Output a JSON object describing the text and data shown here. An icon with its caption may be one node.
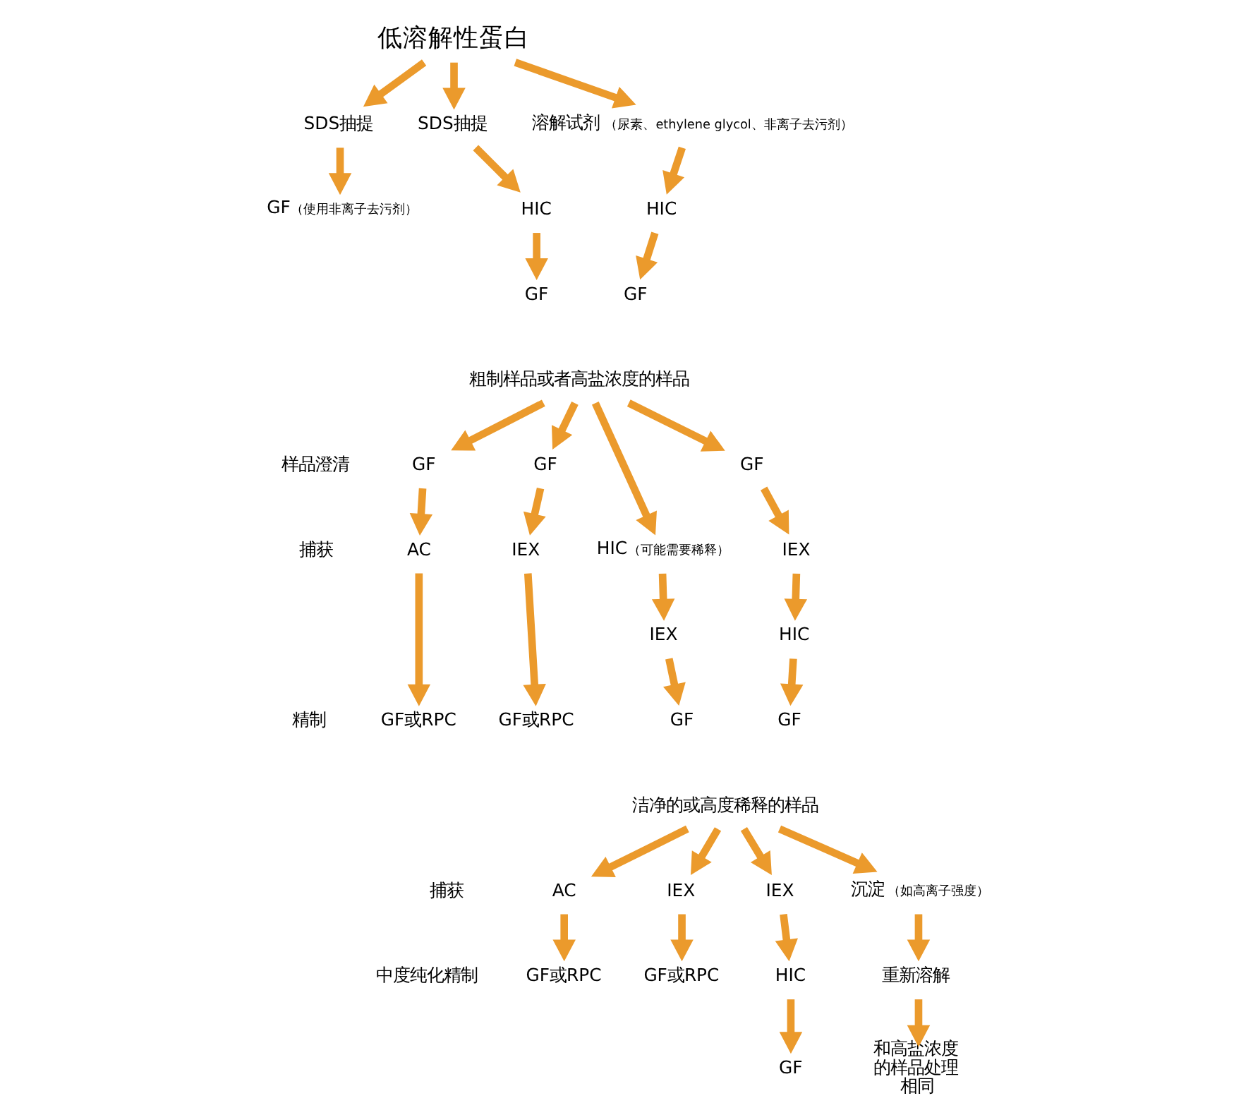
{
  "diagram": {
    "nodes": [
      {
        "text": [
          "低溶解性蛋白"
        ]
      },
      {
        "text": [
          "SDS抽提"
        ]
      },
      {
        "text": [
          "SDS抽提"
        ]
      },
      {
        "text": [
          "溶解试剂"
        ],
        "beside": [
          "（尿素、ethylene glycol、非离子去污剂）"
        ]
      },
      {
        "text": [
          "GF"
        ],
        "beside": [
          "（使用非离子去污剂）"
        ]
      },
      {
        "text": [
          "HIC"
        ]
      },
      {
        "text": [
          "HIC"
        ]
      },
      {
        "text": [
          "GF"
        ]
      },
      {
        "text": [
          "GF"
        ]
      },
      {
        "text": [
          "粗制样品或者高盐浓度的样品"
        ]
      },
      {
        "text": [
          "GF"
        ]
      },
      {
        "text": [
          "GF"
        ]
      },
      {
        "text": [
          "GF"
        ]
      },
      {
        "text": [
          "AC"
        ]
      },
      {
        "text": [
          "IEX"
        ]
      },
      {
        "text": [
          "HIC"
        ],
        "beside": [
          "（可能需要稀释）"
        ]
      },
      {
        "text": [
          "IEX"
        ]
      },
      {
        "text": [
          "IEX"
        ]
      },
      {
        "text": [
          "HIC"
        ]
      },
      {
        "text": [
          "GF或RPC"
        ]
      },
      {
        "text": [
          "GF或RPC"
        ]
      },
      {
        "text": [
          "GF"
        ]
      },
      {
        "text": [
          "GF"
        ]
      },
      {
        "text": [
          "洁净的或高度稀释的样品"
        ]
      },
      {
        "text": [
          "AC"
        ]
      },
      {
        "text": [
          "IEX"
        ]
      },
      {
        "text": [
          "IEX"
        ]
      },
      {
        "text": [
          "沉淀"
        ],
        "beside": [
          "（如高离子强度）"
        ]
      },
      {
        "text": [
          "GF或RPC"
        ]
      },
      {
        "text": [
          "GF或RPC"
        ]
      },
      {
        "text": [
          "HIC"
        ]
      },
      {
        "text": [
          "重新溶解"
        ]
      },
      {
        "text": [
          "GF"
        ]
      },
      {
        "text": [
          "和高盐浓度的样品处理相同"
        ]
      }
    ],
    "edges": [
      {
        "from": 0,
        "to": 1,
        "arrow": "to"
      },
      {
        "from": 0,
        "to": 2,
        "arrow": "to"
      },
      {
        "from": 0,
        "to": 3,
        "arrow": "to"
      },
      {
        "from": 1,
        "to": 4,
        "arrow": "to"
      },
      {
        "from": 2,
        "to": 5,
        "arrow": "to"
      },
      {
        "from": 3,
        "to": 6,
        "arrow": "to"
      },
      {
        "from": 5,
        "to": 7,
        "arrow": "to"
      },
      {
        "from": 6,
        "to": 8,
        "arrow": "to"
      },
      {
        "from": 9,
        "to": 10,
        "arrow": "to"
      },
      {
        "from": 9,
        "to": 11,
        "arrow": "to"
      },
      {
        "from": 9,
        "to": 15,
        "arrow": "to"
      },
      {
        "from": 9,
        "to": 12,
        "arrow": "to"
      },
      {
        "from": 10,
        "to": 13,
        "arrow": "to"
      },
      {
        "from": 11,
        "to": 14,
        "arrow": "to"
      },
      {
        "from": 15,
        "to": 17,
        "arrow": "to"
      },
      {
        "from": 12,
        "to": 16,
        "arrow": "to"
      },
      {
        "from": 16,
        "to": 18,
        "arrow": "to"
      },
      {
        "from": 13,
        "to": 19,
        "arrow": "to"
      },
      {
        "from": 14,
        "to": 20,
        "arrow": "to"
      },
      {
        "from": 17,
        "to": 21,
        "arrow": "to"
      },
      {
        "from": 18,
        "to": 22,
        "arrow": "to"
      },
      {
        "from": 23,
        "to": 24,
        "arrow": "to"
      },
      {
        "from": 23,
        "to": 25,
        "arrow": "to"
      },
      {
        "from": 23,
        "to": 26,
        "arrow": "to"
      },
      {
        "from": 23,
        "to": 27,
        "arrow": "to"
      },
      {
        "from": 24,
        "to": 28,
        "arrow": "to"
      },
      {
        "from": 25,
        "to": 29,
        "arrow": "to"
      },
      {
        "from": 26,
        "to": 30,
        "arrow": "to"
      },
      {
        "from": 27,
        "to": 31,
        "arrow": "to"
      },
      {
        "from": 30,
        "to": 32,
        "arrow": "to"
      },
      {
        "from": 31,
        "to": 33,
        "arrow": "to"
      }
    ],
    "labels": [
      "样品澄清",
      "捕获",
      "精制",
      "捕获",
      "中度纯化精制"
    ]
  }
}
